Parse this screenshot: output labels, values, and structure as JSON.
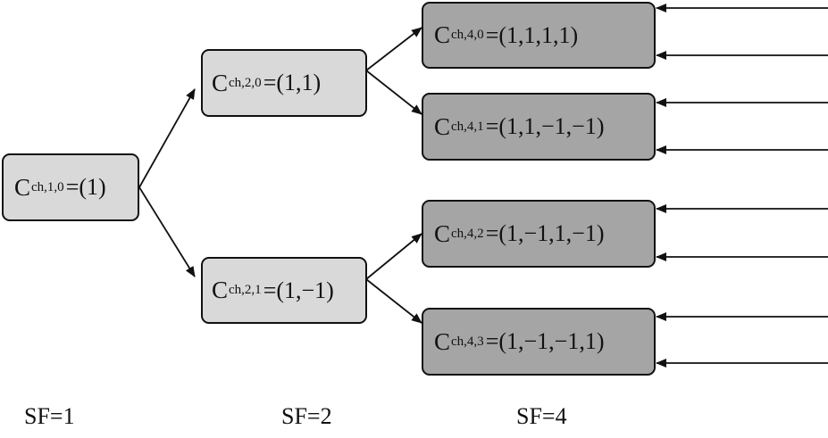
{
  "nodes": {
    "root": {
      "c": "C",
      "sub": "ch,1,0",
      "eq": "=(1)"
    },
    "n20": {
      "c": "C",
      "sub": "ch,2,0",
      "eq": "=(1,1)"
    },
    "n21": {
      "c": "C",
      "sub": "ch,2,1",
      "eq": "=(1,−1)"
    },
    "n40": {
      "c": "C",
      "sub": "ch,4,0",
      "eq": "=(1,1,1,1)"
    },
    "n41": {
      "c": "C",
      "sub": "ch,4,1",
      "eq": "=(1,1,−1,−1)"
    },
    "n42": {
      "c": "C",
      "sub": "ch,4,2",
      "eq": "=(1,−1,1,−1)"
    },
    "n43": {
      "c": "C",
      "sub": "ch,4,3",
      "eq": "=(1,−1,−1,1)"
    }
  },
  "labels": {
    "sf1": "SF=1",
    "sf2": "SF=2",
    "sf4": "SF=4"
  },
  "colors": {
    "level_low": "#d9d9d9",
    "level_4": "#a5a5a5",
    "stroke": "#111111"
  }
}
